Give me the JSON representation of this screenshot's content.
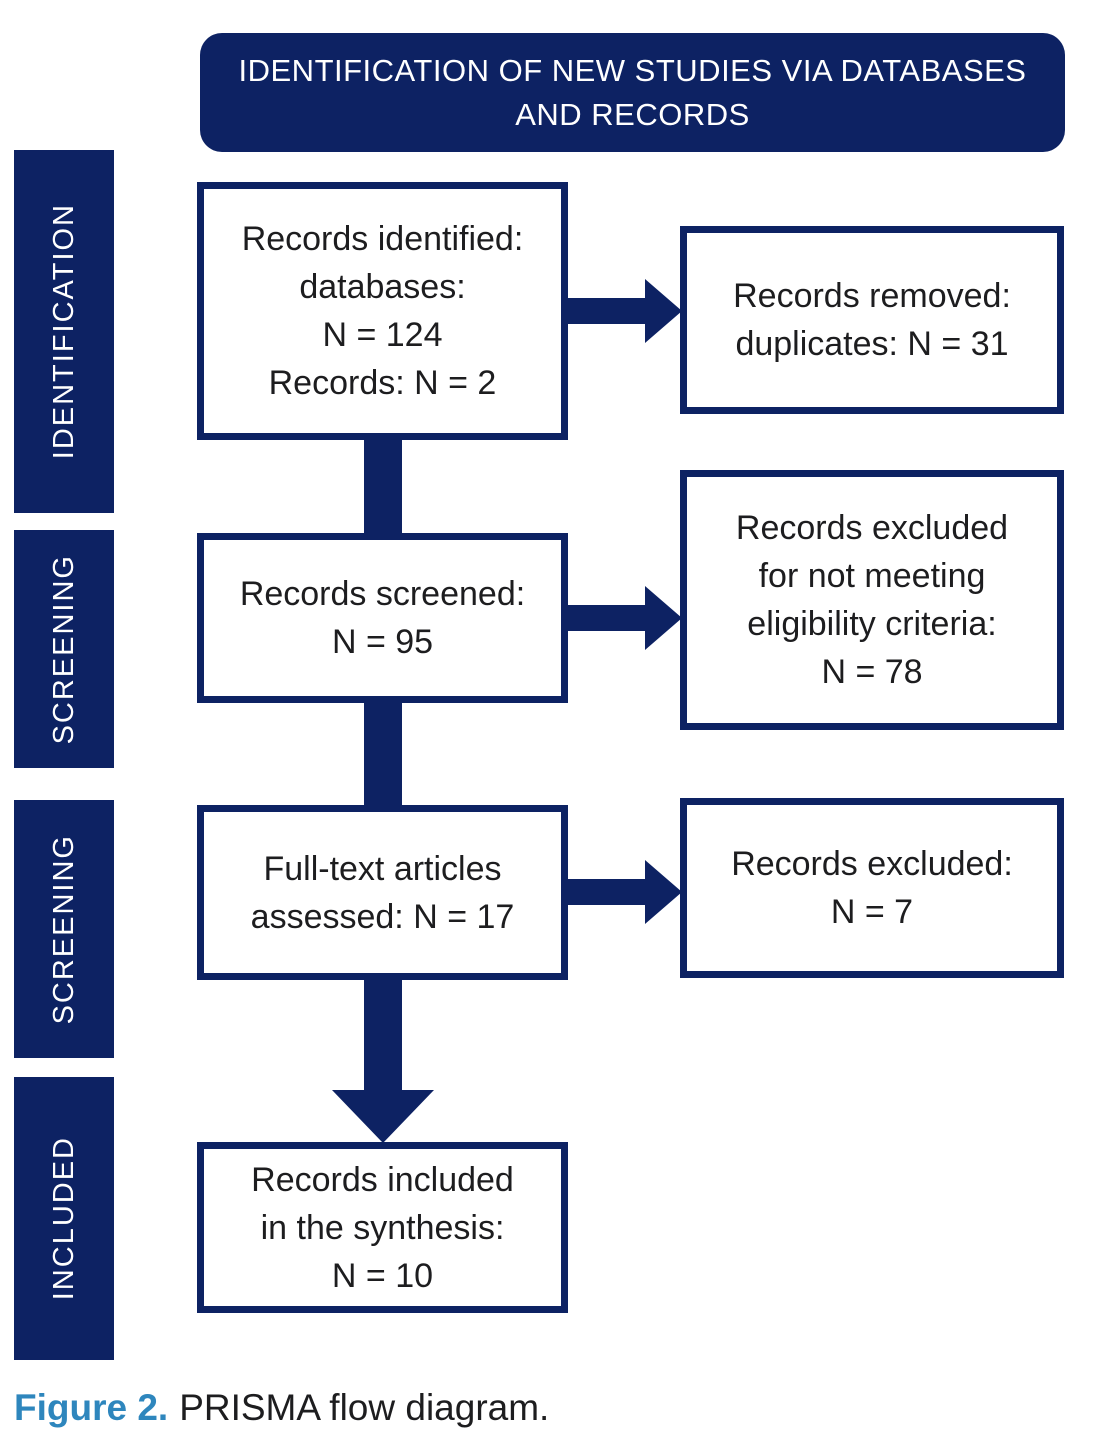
{
  "colors": {
    "navy": "#0d2263",
    "ink": "#1d1d1f",
    "blue": "#2e86bd",
    "paper": "#ffffff"
  },
  "header": {
    "title": "IDENTIFICATION OF NEW STUDIES VIA DATABASES AND RECORDS"
  },
  "sidebar": {
    "stages": [
      {
        "label": "IDENTIFICATION"
      },
      {
        "label": "SCREENING"
      },
      {
        "label": "SCREENING"
      },
      {
        "label": "INCLUDED"
      }
    ]
  },
  "flow": {
    "boxes": [
      {
        "id": "records-identified",
        "text": "Records identified:\ndatabases:\nN = 124\nRecords: N = 2"
      },
      {
        "id": "records-removed-duplicates",
        "text": "Records removed:\nduplicates: N = 31"
      },
      {
        "id": "records-screened",
        "text": "Records screened:\nN = 95"
      },
      {
        "id": "records-excluded-eligibility",
        "text": "Records excluded\nfor not meeting\neligibility criteria:\nN = 78"
      },
      {
        "id": "fulltext-assessed",
        "text": "Full-text articles\nassessed: N = 17"
      },
      {
        "id": "records-excluded",
        "text": "Records excluded:\nN = 7"
      },
      {
        "id": "records-included",
        "text": "Records included\nin the synthesis:\nN = 10"
      }
    ]
  },
  "caption": {
    "label": "Figure 2.",
    "text": "PRISMA flow diagram."
  }
}
